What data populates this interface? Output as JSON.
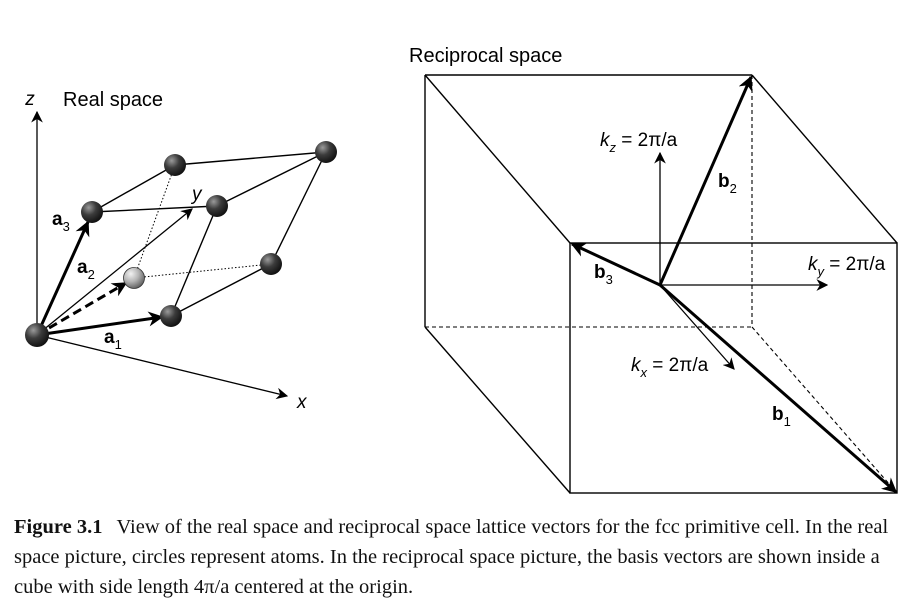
{
  "real_space": {
    "title": "Real space",
    "axes": {
      "x": "x",
      "y": "y",
      "z": "z"
    },
    "vectors": [
      {
        "name": "a",
        "sub": "1"
      },
      {
        "name": "a",
        "sub": "2"
      },
      {
        "name": "a",
        "sub": "3"
      }
    ]
  },
  "reciprocal_space": {
    "title": "Reciprocal space",
    "vectors": [
      {
        "name": "b",
        "sub": "1"
      },
      {
        "name": "b",
        "sub": "2"
      },
      {
        "name": "b",
        "sub": "3"
      }
    ],
    "axes": {
      "kx": {
        "k": "k",
        "sub": "x",
        "value": " = 2π/a"
      },
      "ky": {
        "k": "k",
        "sub": "y",
        "value": " = 2π/a"
      },
      "kz": {
        "k": "k",
        "sub": "z",
        "value": " = 2π/a"
      }
    }
  },
  "caption": {
    "label": "Figure 3.1",
    "text": "View of the real space and reciprocal space lattice vectors for the fcc primitive cell. In the real space picture, circles represent atoms. In the reciprocal space picture, the basis vectors are shown inside a cube with side length 4π/a centered at the origin."
  }
}
